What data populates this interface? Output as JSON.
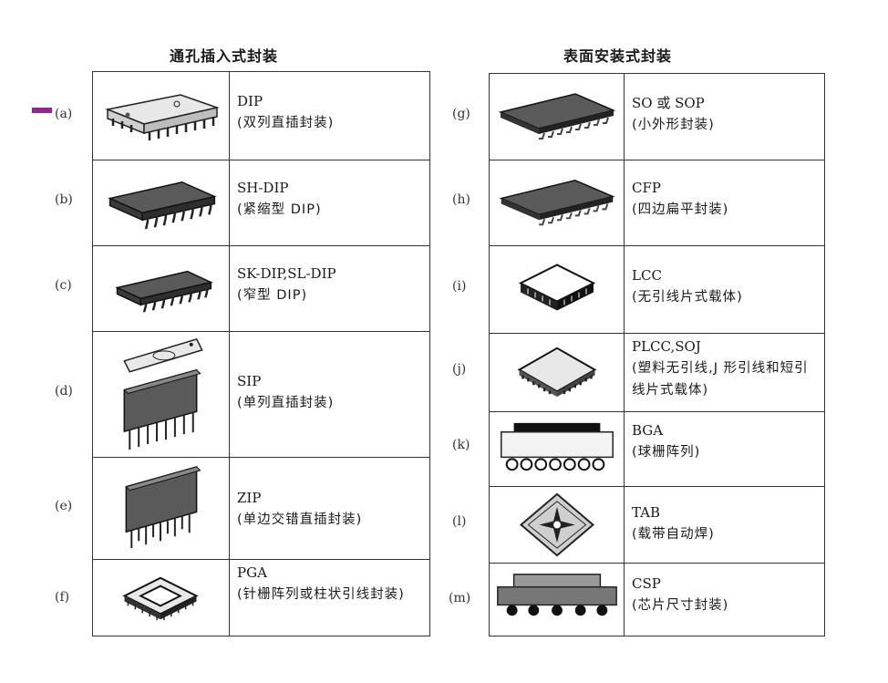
{
  "left": {
    "title": "通孔插入式封装",
    "items": [
      {
        "label": "(a)",
        "name": "DIP",
        "desc": "(双列直插封装)"
      },
      {
        "label": "(b)",
        "name": "SH-DIP",
        "desc": "(紧缩型 DIP)"
      },
      {
        "label": "(c)",
        "name": "SK-DIP,SL-DIP",
        "desc": "(窄型 DIP)"
      },
      {
        "label": "(d)",
        "name": "SIP",
        "desc": "(单列直插封装)"
      },
      {
        "label": "(e)",
        "name": "ZIP",
        "desc": "(单边交错直插封装)"
      },
      {
        "label": "(f)",
        "name": "PGA",
        "desc": "(针栅阵列或柱状引线封装)"
      }
    ]
  },
  "right": {
    "title": "表面安装式封装",
    "items": [
      {
        "label": "(g)",
        "name": "SO 或 SOP",
        "desc": "(小外形封装)"
      },
      {
        "label": "(h)",
        "name": "CFP",
        "desc": "(四边扁平封装)"
      },
      {
        "label": "(i)",
        "name": "LCC",
        "desc": "(无引线片式载体)"
      },
      {
        "label": "(j)",
        "name": "PLCC,SOJ",
        "desc": "(塑料无引线,J 形引线和短引线片式载体)"
      },
      {
        "label": "(k)",
        "name": "BGA",
        "desc": "(球栅阵列)"
      },
      {
        "label": "(l)",
        "name": "TAB",
        "desc": "(载带自动焊)"
      },
      {
        "label": "(m)",
        "name": "CSP",
        "desc": "(芯片尺寸封装)"
      }
    ]
  },
  "colors": {
    "marker": "#8e2a8f",
    "chip_dark": "#4a4a4a",
    "chip_light": "#e8e8e8"
  }
}
